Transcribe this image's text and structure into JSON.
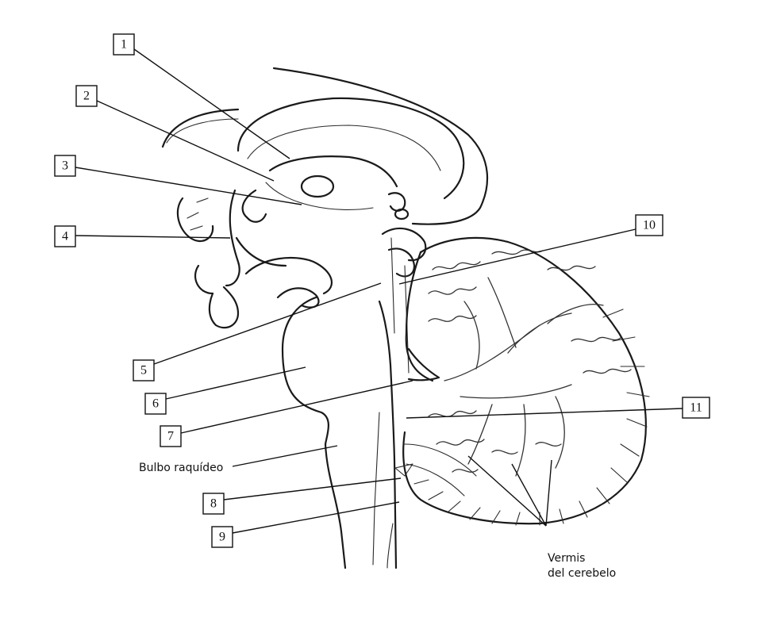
{
  "callouts": [
    {
      "id": "c1",
      "number": "1"
    },
    {
      "id": "c2",
      "number": "2"
    },
    {
      "id": "c3",
      "number": "3"
    },
    {
      "id": "c4",
      "number": "4"
    },
    {
      "id": "c5",
      "number": "5"
    },
    {
      "id": "c6",
      "number": "6"
    },
    {
      "id": "c7",
      "number": "7"
    },
    {
      "id": "c8",
      "number": "8"
    },
    {
      "id": "c9",
      "number": "9"
    },
    {
      "id": "c10",
      "number": "10"
    },
    {
      "id": "c11",
      "number": "11"
    }
  ],
  "labels": {
    "bulbo": "Bulbo raquídeo",
    "vermis_line1": "Vermis",
    "vermis_line2": "del cerebelo"
  },
  "colors": {
    "ink": "#1a1a1a",
    "paper": "#ffffff"
  }
}
